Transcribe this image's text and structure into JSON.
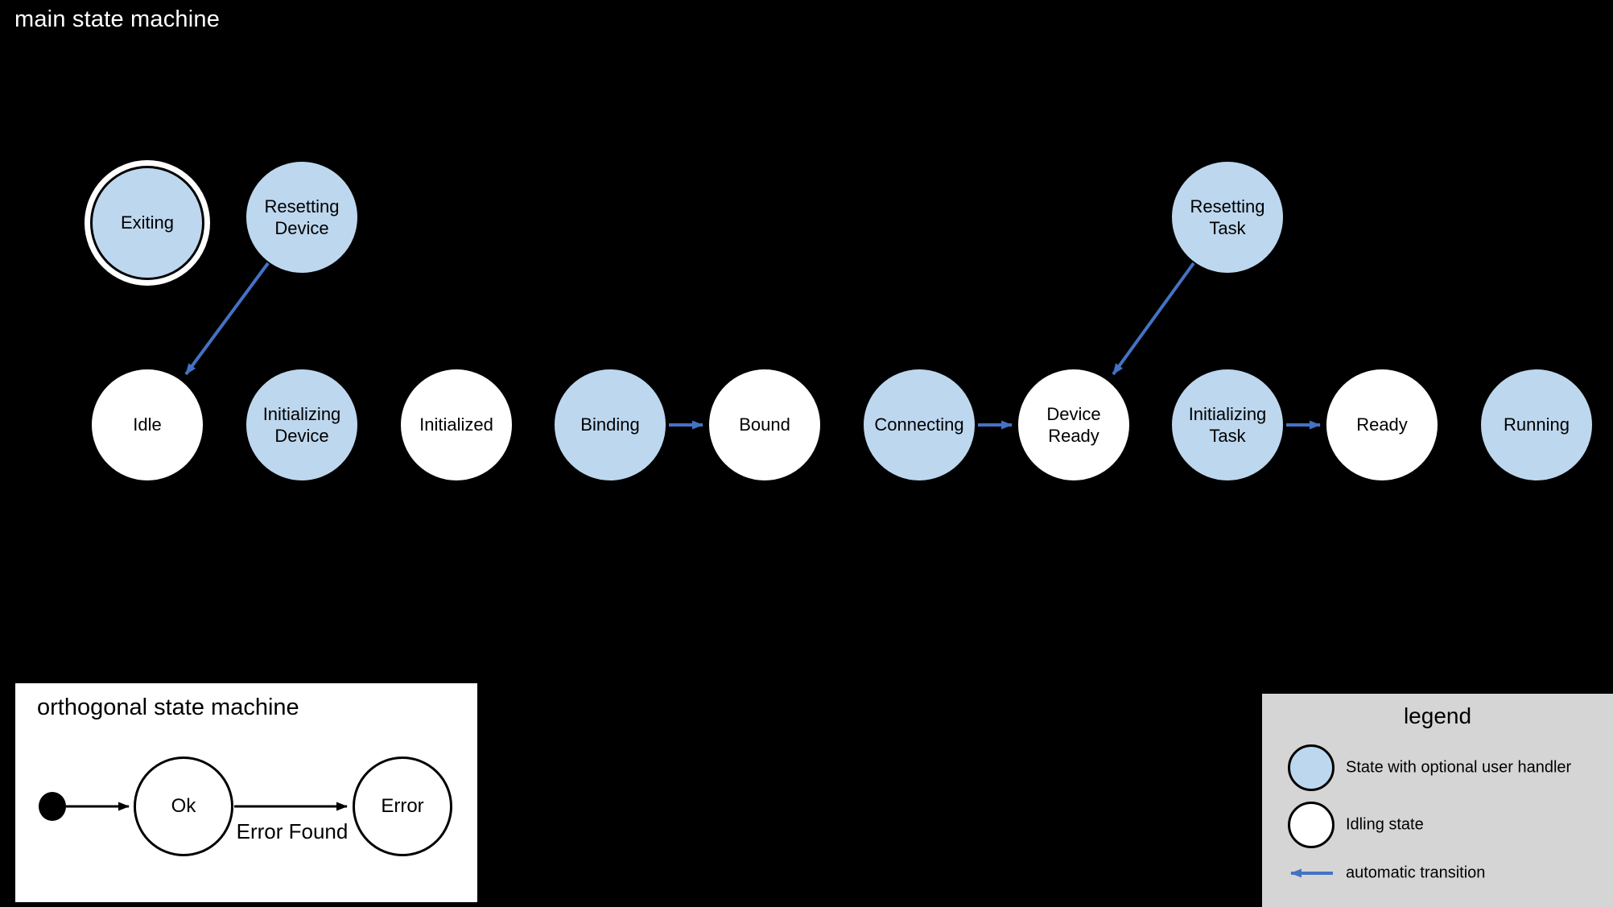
{
  "colors": {
    "background": "#000000",
    "handler_state_fill": "#BDD7EE",
    "idling_state_fill": "#FFFFFF",
    "automatic_transition_arrow": "#4472C4",
    "legend_background": "#D5D5D5",
    "manual_transition_arrow": "#000000"
  },
  "main_machine": {
    "title": "main state machine",
    "states": [
      {
        "id": "exiting",
        "label": "Exiting",
        "kind": "handler",
        "final": true
      },
      {
        "id": "resetting-device",
        "label": "Resetting Device",
        "kind": "handler",
        "final": false
      },
      {
        "id": "resetting-task",
        "label": "Resetting Task",
        "kind": "handler",
        "final": false
      },
      {
        "id": "idle",
        "label": "Idle",
        "kind": "idling",
        "final": false
      },
      {
        "id": "initializing-device",
        "label": "Initializing Device",
        "kind": "handler",
        "final": false
      },
      {
        "id": "initialized",
        "label": "Initialized",
        "kind": "idling",
        "final": false
      },
      {
        "id": "binding",
        "label": "Binding",
        "kind": "handler",
        "final": false
      },
      {
        "id": "bound",
        "label": "Bound",
        "kind": "idling",
        "final": false
      },
      {
        "id": "connecting",
        "label": "Connecting",
        "kind": "handler",
        "final": false
      },
      {
        "id": "device-ready",
        "label": "Device Ready",
        "kind": "idling",
        "final": false
      },
      {
        "id": "initializing-task",
        "label": "Initializing Task",
        "kind": "handler",
        "final": false
      },
      {
        "id": "ready",
        "label": "Ready",
        "kind": "idling",
        "final": false
      },
      {
        "id": "running",
        "label": "Running",
        "kind": "handler",
        "final": false
      }
    ],
    "transitions": [
      {
        "from": "resetting-device",
        "to": "idle",
        "type": "automatic",
        "label": ""
      },
      {
        "from": "binding",
        "to": "bound",
        "type": "automatic",
        "label": ""
      },
      {
        "from": "connecting",
        "to": "device-ready",
        "type": "automatic",
        "label": ""
      },
      {
        "from": "resetting-task",
        "to": "device-ready",
        "type": "automatic",
        "label": ""
      },
      {
        "from": "initializing-task",
        "to": "ready",
        "type": "automatic",
        "label": ""
      }
    ]
  },
  "orthogonal_machine": {
    "title": "orthogonal state machine",
    "states": [
      {
        "id": "ok",
        "label": "Ok"
      },
      {
        "id": "error",
        "label": "Error"
      }
    ],
    "transitions": [
      {
        "from": "initial",
        "to": "ok",
        "label": ""
      },
      {
        "from": "ok",
        "to": "error",
        "label": "Error Found"
      }
    ]
  },
  "legend": {
    "title": "legend",
    "items": [
      {
        "swatch": "handler-state-circle",
        "label": "State with optional user handler"
      },
      {
        "swatch": "idling-state-circle",
        "label": "Idling state"
      },
      {
        "swatch": "automatic-transition-arrow",
        "label": "automatic transition"
      }
    ]
  }
}
